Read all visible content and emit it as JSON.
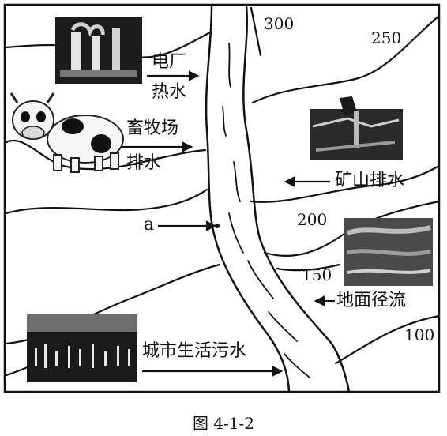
{
  "labels": {
    "power_plant": [
      "电厂",
      "热水"
    ],
    "livestock_farm": [
      "畜牧场",
      "排水"
    ],
    "mine": "矿山排水",
    "runoff": "地面径流",
    "city": "城市生活污水",
    "point_a": "a"
  },
  "contours": [
    "300",
    "250",
    "200",
    "150",
    "100"
  ],
  "caption": "图 4-1-2"
}
